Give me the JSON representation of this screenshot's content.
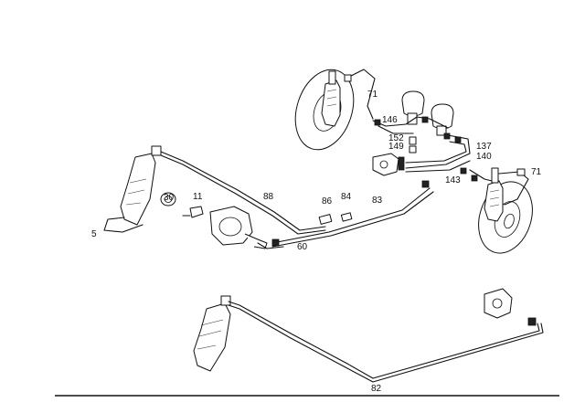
{
  "labels": {
    "l71a": "71",
    "l146": "146",
    "l152": "152",
    "l149": "149",
    "l137": "137",
    "l140": "140",
    "l71b": "71",
    "l143": "143",
    "l30": "30",
    "l11": "11",
    "l88": "88",
    "l86": "86",
    "l84": "84",
    "l83": "83",
    "l5": "5",
    "l60": "60",
    "l82": "82"
  }
}
